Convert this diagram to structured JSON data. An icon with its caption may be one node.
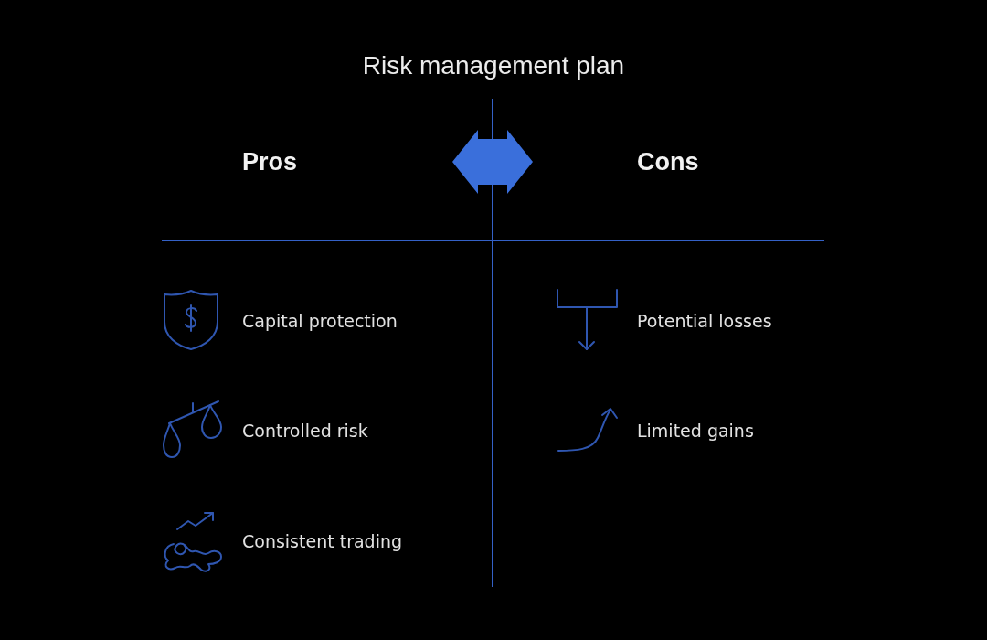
{
  "diagram": {
    "title": "Risk management plan",
    "labels": [
      "Pros",
      "Cons",
      "Capital protection",
      "Potential losses",
      "Controlled risk",
      "Limited gains",
      "Consistent trading"
    ]
  }
}
